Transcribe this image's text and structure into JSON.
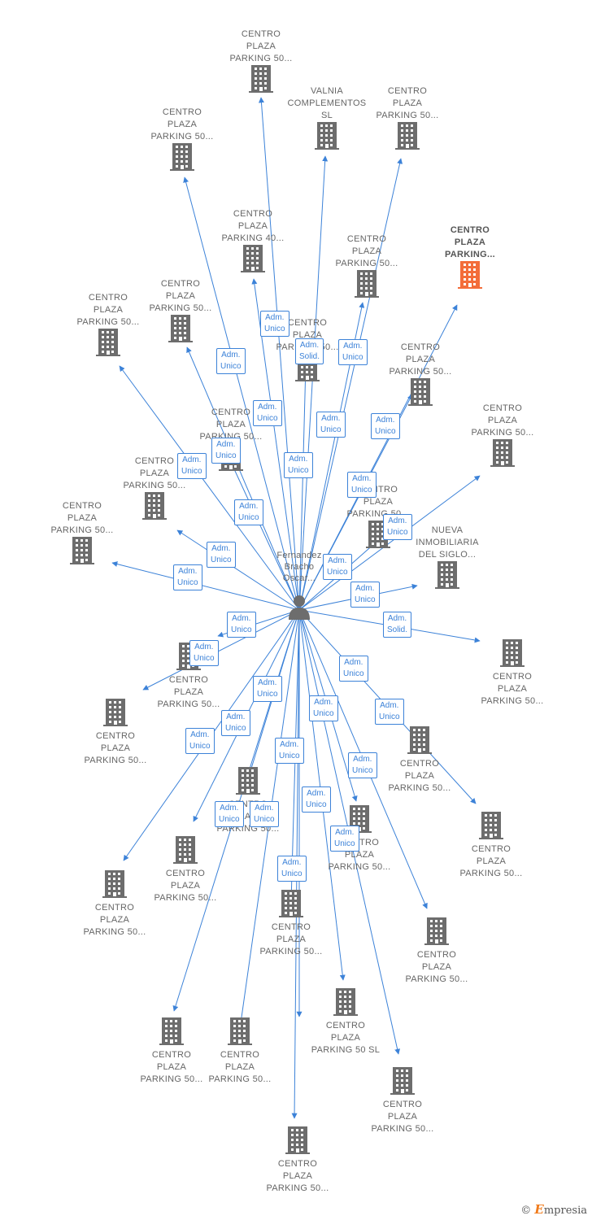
{
  "colors": {
    "edge": "#3c82d8",
    "building": "#6d6d6d",
    "highlight": "#f36d3a",
    "text": "#666666"
  },
  "person": {
    "name": "Fernandez\nBracho\nOscar...",
    "icon": "person-icon"
  },
  "companies": [
    {
      "id": "c1",
      "label": "CENTRO\nPLAZA\nPARKING 50..."
    },
    {
      "id": "c2",
      "label": "CENTRO\nPLAZA\nPARKING 50..."
    },
    {
      "id": "c3",
      "label": "VALNIA\nCOMPLEMENTOS SL"
    },
    {
      "id": "c4",
      "label": "CENTRO\nPLAZA\nPARKING 50..."
    },
    {
      "id": "c5",
      "label": "CENTRO\nPLAZA\nPARKING 40..."
    },
    {
      "id": "c6",
      "label": "CENTRO\nPLAZA\nPARKING 50..."
    },
    {
      "id": "c7",
      "label": "CENTRO\nPLAZA\nPARKING...",
      "highlight": true
    },
    {
      "id": "c8",
      "label": "CENTRO\nPLAZA\nPARKING 50..."
    },
    {
      "id": "c9",
      "label": "CENTRO\nPLAZA\nPARKING 50..."
    },
    {
      "id": "c10",
      "label": "CENTRO\nPLAZA\nPARKING 50..."
    },
    {
      "id": "c11",
      "label": "CENTRO\nPLAZA\nPARKING 50..."
    },
    {
      "id": "c12",
      "label": "CENTRO\nPLAZA\nPARKING 50..."
    },
    {
      "id": "c13",
      "label": "CENTRO\nPLAZA\nPARKING 50..."
    },
    {
      "id": "c14",
      "label": "CENTRO\nPLAZA\nPARKING 50..."
    },
    {
      "id": "c15",
      "label": "CENTRO\nPLAZA\nPARKING 50..."
    },
    {
      "id": "c16",
      "label": "CENTRO\nPLAZA\nPARKING 50..."
    },
    {
      "id": "c17",
      "label": "NUEVA\nINMOBILIARIA\nDEL SIGLO..."
    },
    {
      "id": "c18",
      "label": "CENTRO\nPLAZA\nPARKING 50..."
    },
    {
      "id": "c19",
      "label": "CENTRO\nPLAZA\nPARKING 50..."
    },
    {
      "id": "c20",
      "label": "CENTRO\nPLAZA\nPARKING 50..."
    },
    {
      "id": "c21",
      "label": "CENTRO\nPLAZA\nPARKING 50..."
    },
    {
      "id": "c22",
      "label": "CENTRO\nPLAZA\nPARKING 50..."
    },
    {
      "id": "c23",
      "label": "CENTRO\nPLAZA\nPARKING 50..."
    },
    {
      "id": "c24",
      "label": "CENTRO\nPLAZA\nPARKING 50..."
    },
    {
      "id": "c25",
      "label": "CENTRO\nPLAZA\nPARKING 50..."
    },
    {
      "id": "c26",
      "label": "CENTRO\nPLAZA\nPARKING 50..."
    },
    {
      "id": "c27",
      "label": "CENTRO\nPLAZA\nPARKING 50..."
    },
    {
      "id": "c28",
      "label": "CENTRO\nPLAZA\nPARKING 50..."
    },
    {
      "id": "c29",
      "label": "CENTRO\nPLAZA\nPARKING 50..."
    },
    {
      "id": "c30",
      "label": "CENTRO\nPLAZA\nPARKING 50..."
    },
    {
      "id": "c31",
      "label": "CENTRO\nPLAZA\nPARKING 50 SL"
    },
    {
      "id": "c32",
      "label": "CENTRO\nPLAZA\nPARKING 50..."
    },
    {
      "id": "c33",
      "label": "CENTRO\nPLAZA\nPARKING 50..."
    }
  ],
  "relations": [
    "Adm.\nUnico",
    "Adm.\nUnico",
    "Adm.\nSolid.",
    "Adm.\nUnico",
    "Adm.\nUnico",
    "Adm.\nUnico",
    "Adm.\nUnico",
    "Adm.\nUnico",
    "Adm.\nUnico",
    "Adm.\nUnico",
    "Adm.\nUnico",
    "Adm.\nUnico",
    "Adm.\nUnico",
    "Adm.\nUnico",
    "Adm.\nUnico",
    "Adm.\nUnico",
    "Adm.\nUnico",
    "Adm.\nSolid.",
    "Adm.\nUnico",
    "Adm.\nUnico",
    "Adm.\nUnico",
    "Adm.\nUnico",
    "Adm.\nUnico",
    "Adm.\nUnico",
    "Adm.\nUnico",
    "Adm.\nUnico",
    "Adm.\nUnico",
    "Adm.\nUnico",
    "Adm.\nUnico",
    "Adm.\nUnico",
    "Adm.\nUnico",
    "Adm.\nUnico",
    "Adm.\nUnico"
  ],
  "logo": {
    "copyright": "©",
    "brand_initial": "E",
    "brand_rest": "mpresia"
  }
}
